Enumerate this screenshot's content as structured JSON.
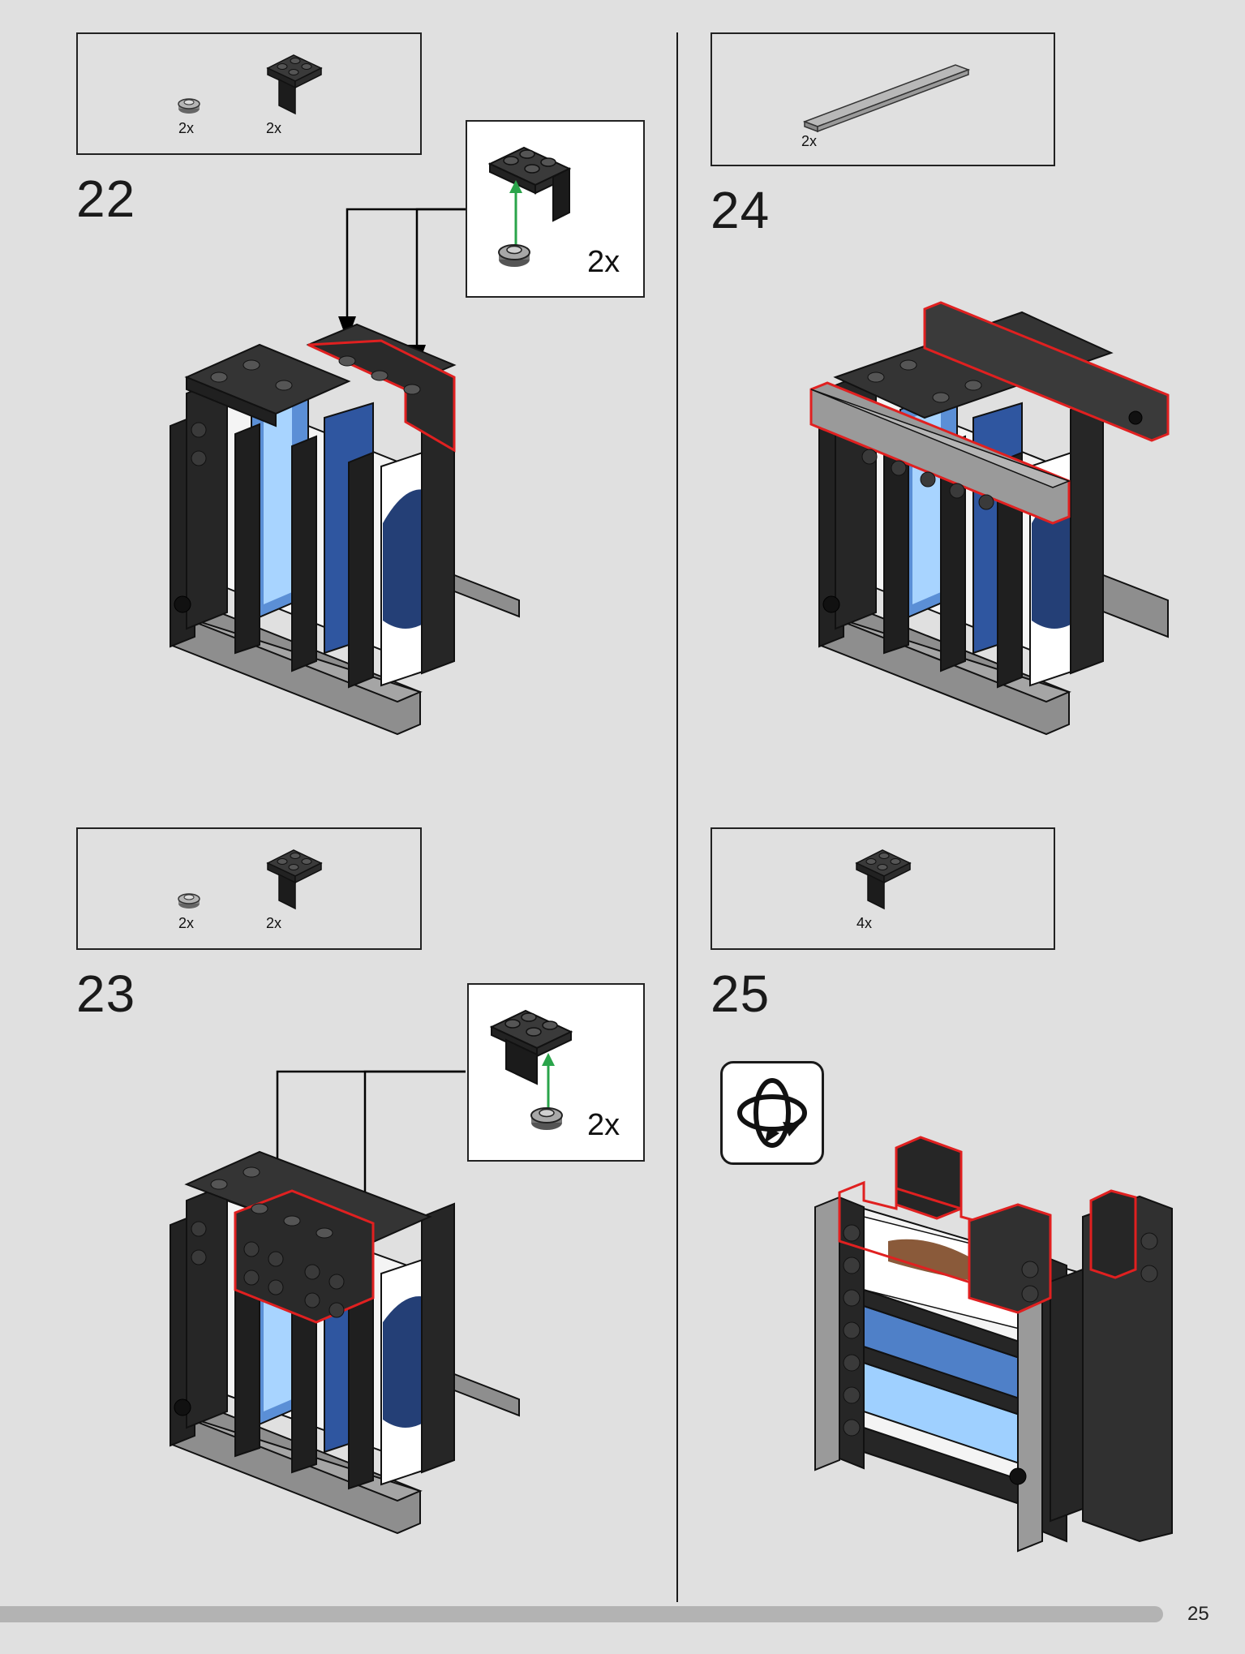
{
  "page": {
    "number": "25"
  },
  "colors": {
    "background": "#e0e0e0",
    "highlight": "#e02020",
    "arrow": "#000000",
    "insert_arrow": "#2aa44a",
    "brick_black": "#262626",
    "brick_grey": "#9a9a9a"
  },
  "steps": [
    {
      "number": "22",
      "parts": [
        {
          "qty": "2x",
          "part": "round-plate-1x1-grey"
        },
        {
          "qty": "2x",
          "part": "bracket-1x2-2x2-black"
        }
      ],
      "callout": {
        "qty": "2x"
      }
    },
    {
      "number": "23",
      "parts": [
        {
          "qty": "2x",
          "part": "round-plate-1x1-grey"
        },
        {
          "qty": "2x",
          "part": "bracket-1x2-2x2-black"
        }
      ],
      "callout": {
        "qty": "2x"
      }
    },
    {
      "number": "24",
      "parts": [
        {
          "qty": "2x",
          "part": "tile-1x8-grey"
        }
      ]
    },
    {
      "number": "25",
      "parts": [
        {
          "qty": "4x",
          "part": "bracket-1x2-2x2-black"
        }
      ],
      "icon": "rotate-model-icon"
    }
  ]
}
